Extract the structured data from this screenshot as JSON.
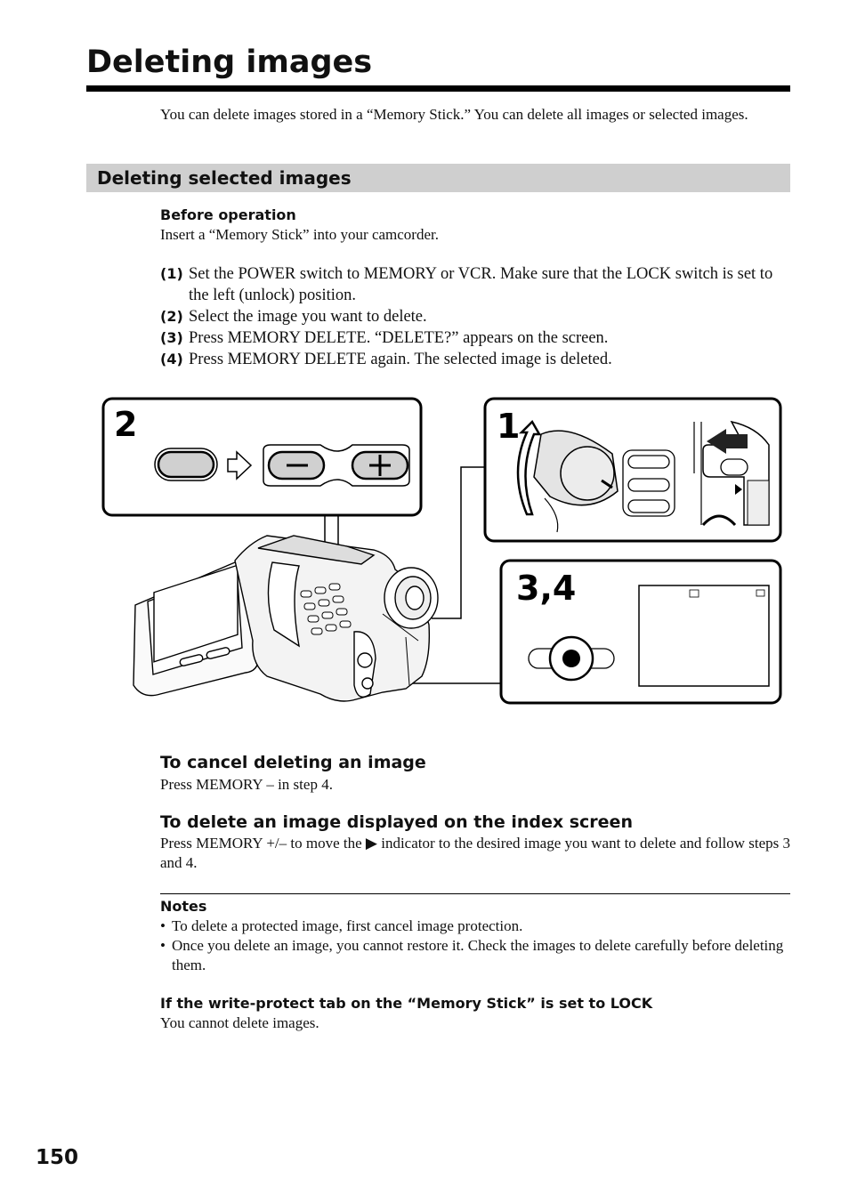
{
  "title": "Deleting images",
  "intro": "You can delete images stored in a “Memory Stick.” You can delete all images or selected images.",
  "section": {
    "title": "Deleting selected images",
    "before_label": "Before operation",
    "before_text": "Insert a “Memory Stick” into your camcorder.",
    "steps": [
      {
        "num": "(1)",
        "text": "Set the POWER switch to MEMORY or VCR. Make sure that the LOCK switch is set to the left (unlock) position."
      },
      {
        "num": "(2)",
        "text": "Select the image you want to delete."
      },
      {
        "num": "(3)",
        "text": "Press MEMORY DELETE. “DELETE?” appears on the screen."
      },
      {
        "num": "(4)",
        "text": "Press MEMORY DELETE again. The selected image is deleted."
      }
    ]
  },
  "figure": {
    "panels": [
      "2",
      "1",
      "3,4"
    ],
    "icons": [
      "memory-select-button",
      "minus-button",
      "plus-button",
      "power-switch-dial",
      "lock-switch",
      "memory-delete-button",
      "lcd-screen",
      "camcorder"
    ]
  },
  "cancel": {
    "heading": "To cancel deleting an image",
    "text": "Press MEMORY – in step 4."
  },
  "index": {
    "heading": "To delete an image displayed on the index screen",
    "text": "Press MEMORY +/– to move the ▶ indicator to the desired image you want to delete and follow steps 3 and 4."
  },
  "notes": {
    "label": "Notes",
    "items": [
      "To delete a protected image, first cancel image protection.",
      "Once you delete an image, you cannot restore it. Check the images to delete carefully before deleting them."
    ]
  },
  "lock": {
    "heading": "If the write-protect tab on the “Memory Stick” is set to LOCK",
    "text": "You cannot delete images."
  },
  "page_number": "150"
}
